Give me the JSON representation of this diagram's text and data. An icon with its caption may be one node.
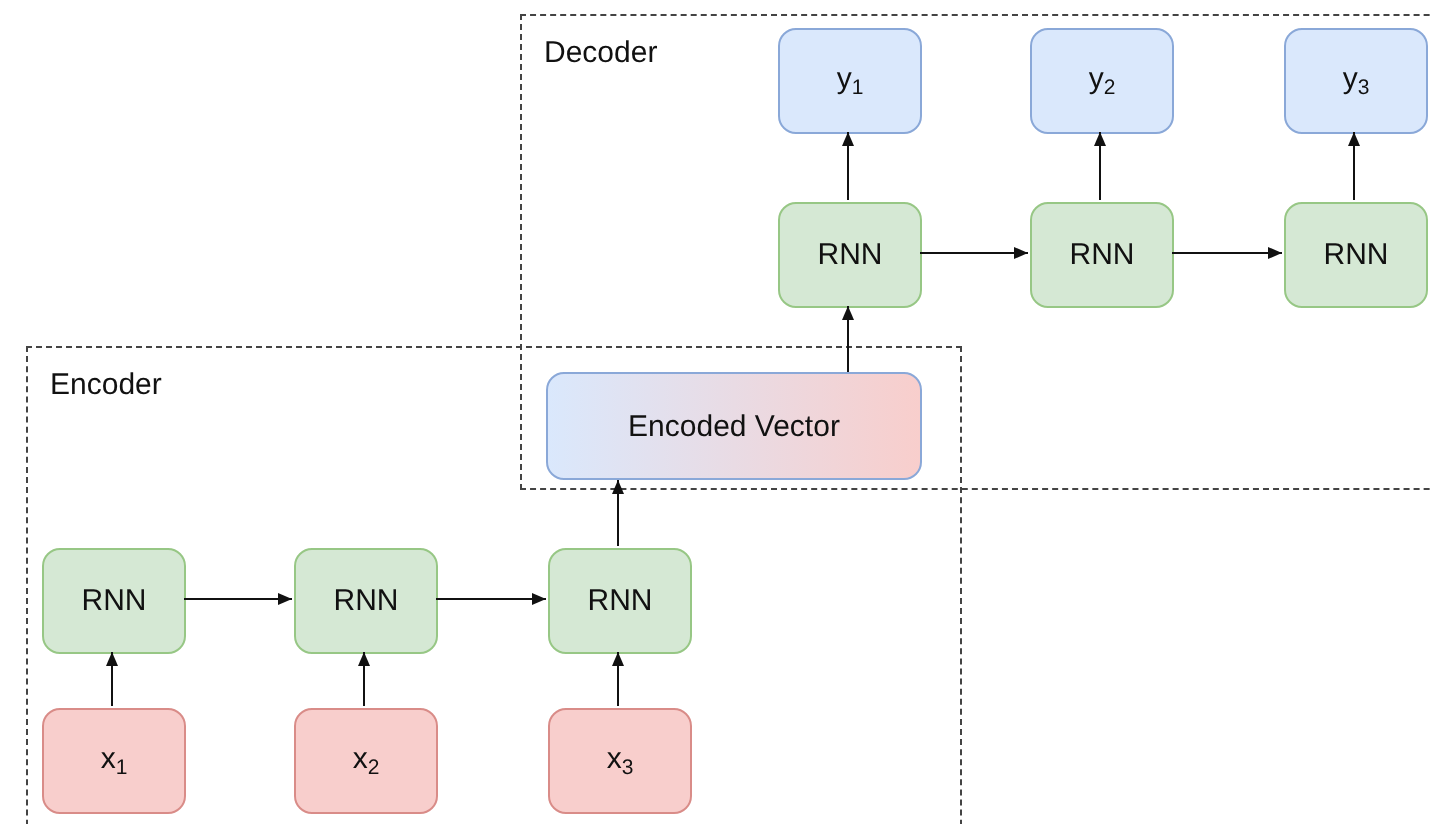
{
  "diagram": {
    "nodes": [
      {
        "text": [
          "Decoder"
        ]
      },
      {
        "text": [
          "y$_{1}$"
        ],
        "in": 0
      },
      {
        "text": [
          "y$_{2}$"
        ],
        "in": 0
      },
      {
        "text": [
          "y$_{3}$"
        ],
        "in": 0
      },
      {
        "text": [
          "RNN"
        ],
        "in": 0
      },
      {
        "text": [
          "RNN"
        ],
        "in": 0
      },
      {
        "text": [
          "RNN"
        ],
        "in": 0
      },
      {
        "text": [
          "Encoder"
        ]
      },
      {
        "text": [
          "Encoded Vector"
        ]
      },
      {
        "text": [
          "RNN"
        ],
        "in": 7
      },
      {
        "text": [
          "RNN"
        ],
        "in": 7
      },
      {
        "text": [
          "RNN"
        ],
        "in": 7
      },
      {
        "text": [
          "x$_{1}$"
        ],
        "in": 7
      },
      {
        "text": [
          "x$_{2}$"
        ],
        "in": 7
      },
      {
        "text": [
          "x$_{3}$"
        ],
        "in": 7
      }
    ],
    "edges": [
      {
        "from": 12,
        "to": 9,
        "arrow": "to"
      },
      {
        "from": 13,
        "to": 10,
        "arrow": "to"
      },
      {
        "from": 14,
        "to": 11,
        "arrow": "to"
      },
      {
        "from": 9,
        "to": 10,
        "arrow": "to"
      },
      {
        "from": 10,
        "to": 11,
        "arrow": "to"
      },
      {
        "from": 11,
        "to": 8,
        "arrow": "to"
      },
      {
        "from": 8,
        "to": 4,
        "arrow": "to"
      },
      {
        "from": 4,
        "to": 5,
        "arrow": "to"
      },
      {
        "from": 5,
        "to": 6,
        "arrow": "to"
      },
      {
        "from": 4,
        "to": 1,
        "arrow": "to"
      },
      {
        "from": 5,
        "to": 2,
        "arrow": "to"
      },
      {
        "from": 6,
        "to": 3,
        "arrow": "to"
      }
    ]
  }
}
